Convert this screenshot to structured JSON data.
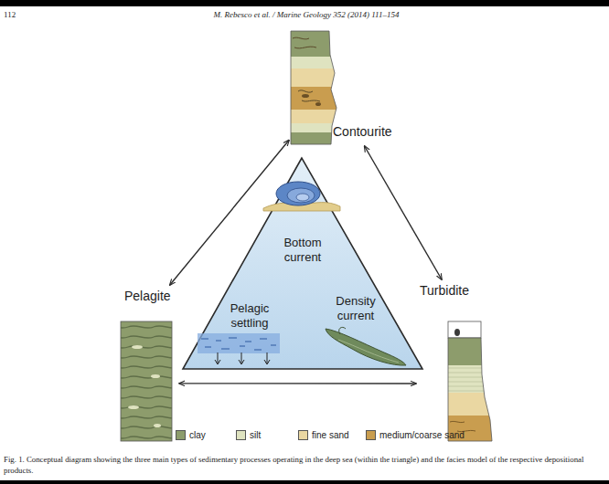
{
  "diagram": {
    "caption": "Fig. 1. Conceptual diagram showing the three main types of sedimentary processes operating in the deep sea (within the triangle) and the facies model of the respective depositional products.",
    "nodes": [
      {
        "text": [
          "Contourite"
        ]
      },
      {
        "text": [
          "Pelagite"
        ]
      },
      {
        "text": [
          "Turbidite"
        ]
      }
    ],
    "edges": [
      {
        "from": 1,
        "to": 0,
        "arrow": "both"
      },
      {
        "from": 0,
        "to": 2,
        "arrow": "both"
      },
      {
        "from": 1,
        "to": 2,
        "arrow": "both"
      }
    ],
    "labels": [
      "112",
      "M. Rebesco et al. / Marine Geology 352 (2014) 111–154",
      "Bottom current",
      "Pelagic settling",
      "Density current"
    ],
    "legend": [
      {
        "text": "clay",
        "color": "#8d9c6c"
      },
      {
        "text": "silt",
        "color": "#dfe3c0"
      },
      {
        "text": "fine sand",
        "color": "#ead7a2"
      },
      {
        "text": "medium/coarse sand",
        "color": "#c99d4f"
      }
    ]
  }
}
